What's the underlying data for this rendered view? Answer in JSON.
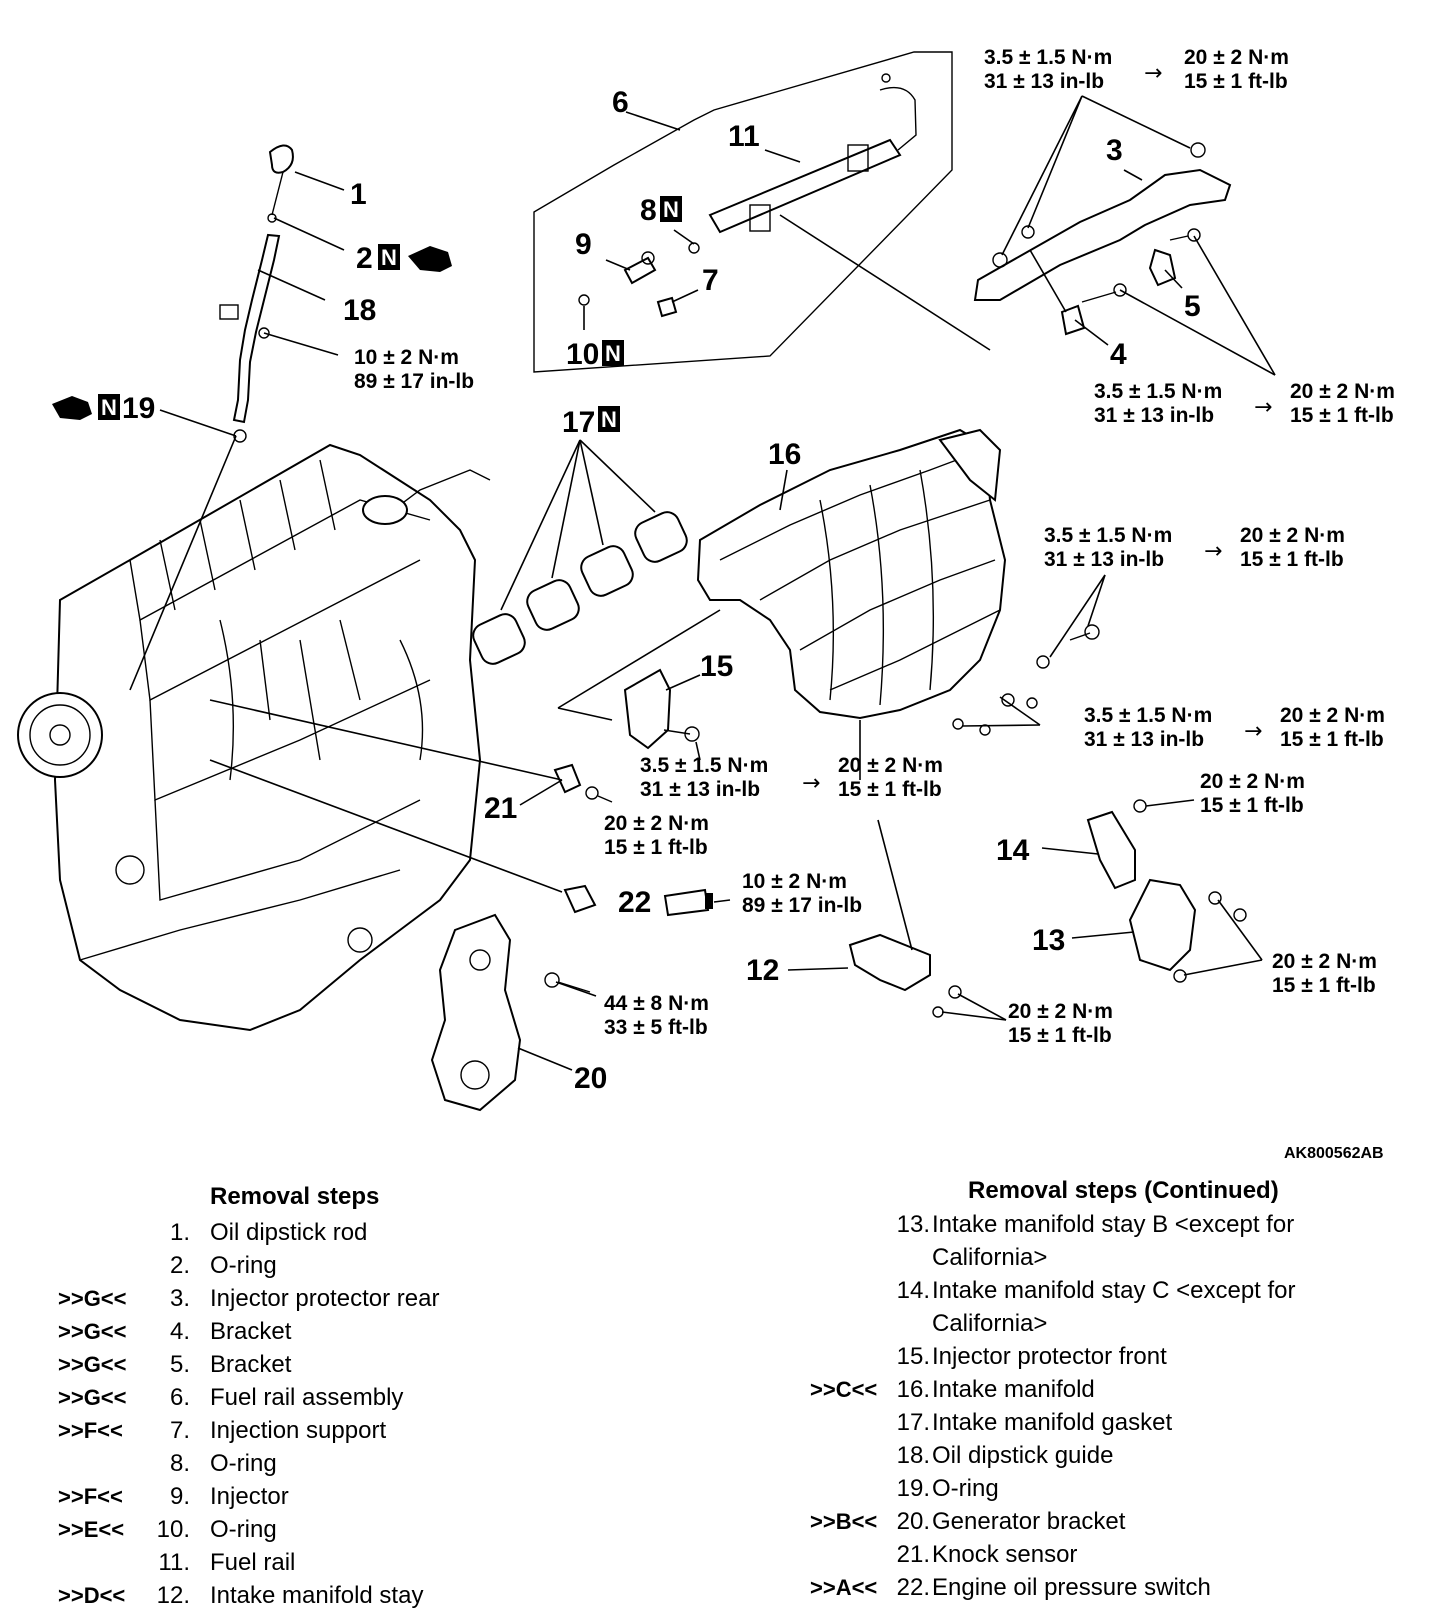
{
  "figure_id": "AK800562AB",
  "callouts": {
    "c1": "1",
    "c2": "2",
    "c3": "3",
    "c4": "4",
    "c5": "5",
    "c6": "6",
    "c7": "7",
    "c8": "8",
    "c9": "9",
    "c10": "10",
    "c11": "11",
    "c12": "12",
    "c13": "13",
    "c14": "14",
    "c15": "15",
    "c16": "16",
    "c17": "17",
    "c18": "18",
    "c19": "19",
    "c20": "20",
    "c21": "21",
    "c22": "22"
  },
  "new_part_mark": "N",
  "arrow_symbol": "→",
  "torques": {
    "t_3_a1": "3.5 ± 1.5 N·m",
    "t_3_a2": "31 ± 13 in-lb",
    "t_3_b1": "20 ± 2 N·m",
    "t_3_b2": "15 ± 1 ft-lb",
    "t_18_1": "10 ± 2 N·m",
    "t_18_2": "89 ± 17 in-lb",
    "t_45_a1": "3.5 ± 1.5 N·m",
    "t_45_a2": "31 ± 13 in-lb",
    "t_45_b1": "20 ± 2 N·m",
    "t_45_b2": "15 ± 1 ft-lb",
    "t_16a_a1": "3.5 ± 1.5 N·m",
    "t_16a_a2": "31 ± 13 in-lb",
    "t_16a_b1": "20 ± 2 N·m",
    "t_16a_b2": "15 ± 1 ft-lb",
    "t_16b_a1": "3.5 ± 1.5 N·m",
    "t_16b_a2": "31 ± 13 in-lb",
    "t_16b_b1": "20 ± 2 N·m",
    "t_16b_b2": "15 ± 1 ft-lb",
    "t_15_a1": "3.5 ± 1.5 N·m",
    "t_15_a2": "31 ± 13 in-lb",
    "t_15_b1": "20 ± 2 N·m",
    "t_15_b2": "15 ± 1 ft-lb",
    "t_14_1": "20 ± 2 N·m",
    "t_14_2": "15 ± 1 ft-lb",
    "t_21_1": "20 ± 2 N·m",
    "t_21_2": "15 ± 1 ft-lb",
    "t_22_1": "10 ± 2 N·m",
    "t_22_2": "89 ± 17 in-lb",
    "t_13_1": "20 ± 2 N·m",
    "t_13_2": "15 ± 1 ft-lb",
    "t_12_1": "20 ± 2 N·m",
    "t_12_2": "15 ± 1 ft-lb",
    "t_20_1": "44 ± 8 N·m",
    "t_20_2": "33 ± 5 ft-lb"
  },
  "steps_left": {
    "title": "Removal steps",
    "items": [
      {
        "code": "",
        "num": "1.",
        "text": "Oil dipstick rod"
      },
      {
        "code": "",
        "num": "2.",
        "text": "O-ring"
      },
      {
        "code": ">>G<<",
        "num": "3.",
        "text": "Injector protector rear"
      },
      {
        "code": ">>G<<",
        "num": "4.",
        "text": "Bracket"
      },
      {
        "code": ">>G<<",
        "num": "5.",
        "text": "Bracket"
      },
      {
        "code": ">>G<<",
        "num": "6.",
        "text": "Fuel rail assembly"
      },
      {
        "code": ">>F<<",
        "num": "7.",
        "text": "Injection support"
      },
      {
        "code": "",
        "num": "8.",
        "text": "O-ring"
      },
      {
        "code": ">>F<<",
        "num": "9.",
        "text": "Injector"
      },
      {
        "code": ">>E<<",
        "num": "10.",
        "text": "O-ring"
      },
      {
        "code": "",
        "num": "11.",
        "text": "Fuel rail"
      },
      {
        "code": ">>D<<",
        "num": "12.",
        "text": "Intake manifold stay"
      }
    ]
  },
  "steps_right": {
    "title": "Removal steps (Continued)",
    "items": [
      {
        "code": "",
        "num": "13.",
        "text": "Intake manifold stay B <except for",
        "text2": "California>"
      },
      {
        "code": "",
        "num": "14.",
        "text": "Intake manifold stay C <except for",
        "text2": "California>"
      },
      {
        "code": "",
        "num": "15.",
        "text": "Injector protector front"
      },
      {
        "code": ">>C<<",
        "num": "16.",
        "text": "Intake manifold"
      },
      {
        "code": "",
        "num": "17.",
        "text": "Intake manifold gasket"
      },
      {
        "code": "",
        "num": "18.",
        "text": "Oil dipstick guide"
      },
      {
        "code": "",
        "num": "19.",
        "text": "O-ring"
      },
      {
        "code": ">>B<<",
        "num": "20.",
        "text": "Generator bracket"
      },
      {
        "code": "",
        "num": "21.",
        "text": "Knock sensor"
      },
      {
        "code": ">>A<<",
        "num": "22.",
        "text": "Engine oil pressure switch"
      }
    ]
  }
}
